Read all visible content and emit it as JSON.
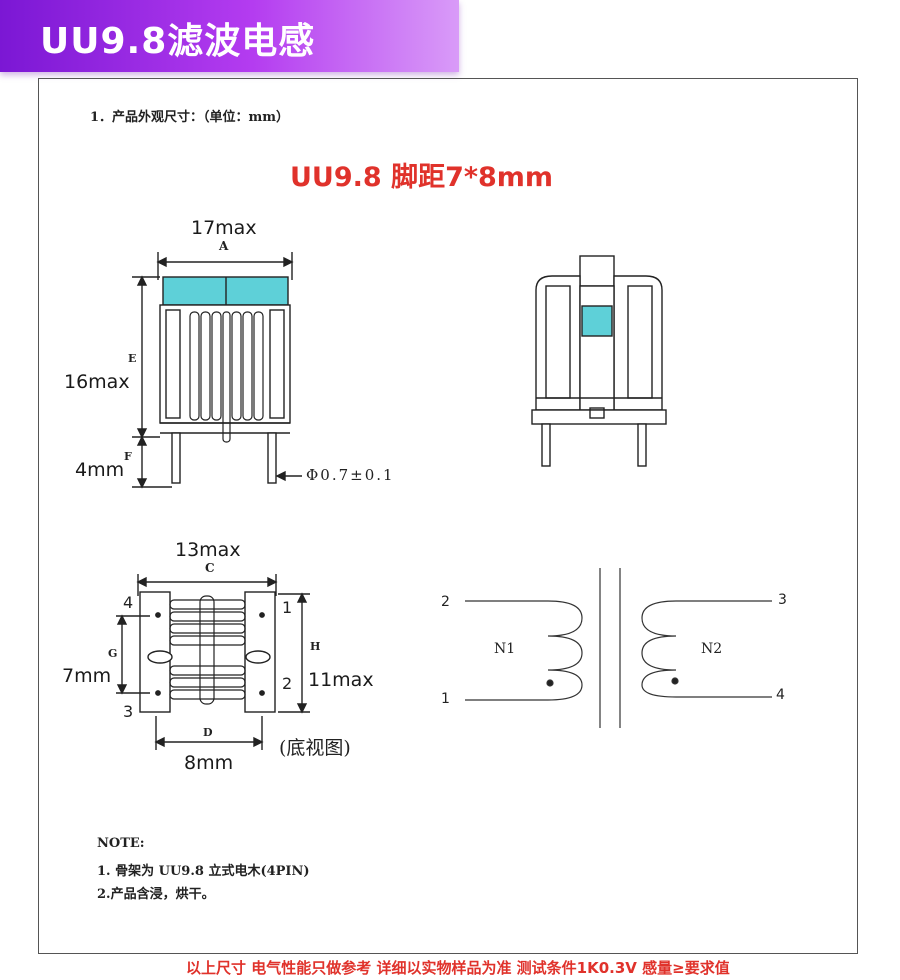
{
  "banner": {
    "title": "UU9.8滤波电感"
  },
  "spec": {
    "header": "1．产品外观尺寸：（单位：mm）",
    "title": "UU9.8  脚距7*8mm"
  },
  "front_view": {
    "width_label": "17max",
    "width_letter": "A",
    "height_label": "16max",
    "height_letter": "E",
    "pin_label": "4mm",
    "pin_letter": "F",
    "pin_diameter": "Φ0.7±0.1"
  },
  "bottom_view": {
    "width_label": "13max",
    "width_letter": "C",
    "pitch_label": "7mm",
    "pitch_letter": "G",
    "height_label": "11max",
    "height_letter": "H",
    "span_label": "8mm",
    "span_letter": "D",
    "caption": "(底视图)",
    "pins": [
      "4",
      "1",
      "2",
      "3"
    ]
  },
  "schematic": {
    "left_coil": "N1",
    "right_coil": "N2",
    "pins": [
      "2",
      "1",
      "3",
      "4"
    ]
  },
  "notes": {
    "head": "NOTE:",
    "line1": "1.   骨架为 UU9.8 立式电木(4PIN)",
    "line2": "2.产品含浸，烘干。"
  },
  "footer": "以上尺寸 电气性能只做参考 详细以实物样品为准  测试条件1K0.3V  感量≥要求值",
  "colors": {
    "accent": "#e0322b",
    "banner": "#9b2fe3",
    "core": "#5ed0d8"
  }
}
